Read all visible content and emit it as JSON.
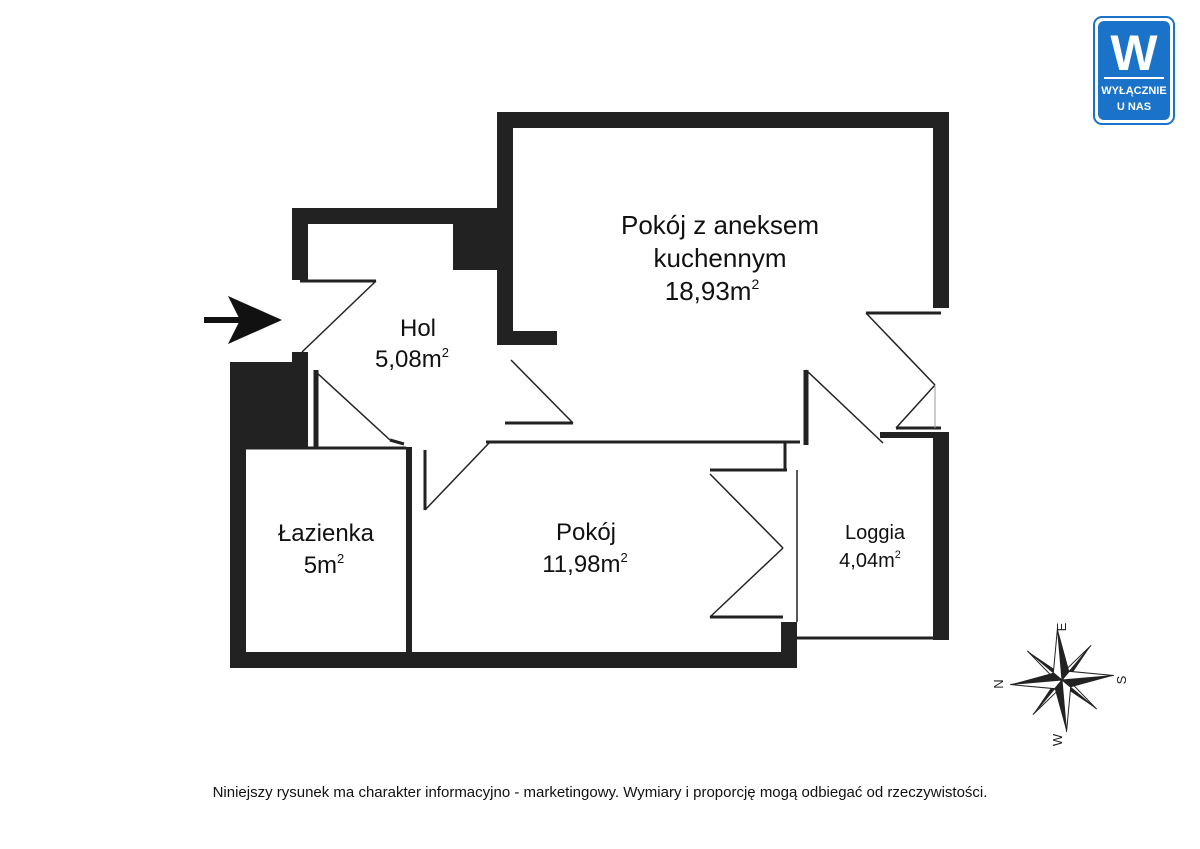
{
  "brand": {
    "logo_letter": "W",
    "logo_line1": "WYŁĄCZNIE",
    "logo_line2": "U NAS",
    "color": "#1a73c8"
  },
  "rooms": {
    "salon": {
      "name_line1": "Pokój z aneksem",
      "name_line2": "kuchennym",
      "area": "18,93m",
      "unit_sup": "2"
    },
    "hol": {
      "name": "Hol",
      "area": "5,08m",
      "unit_sup": "2"
    },
    "lazienka": {
      "name": "Łazienka",
      "area": "5m",
      "unit_sup": "2"
    },
    "pokoj": {
      "name": "Pokój",
      "area": "11,98m",
      "unit_sup": "2"
    },
    "loggia": {
      "name": "Loggia",
      "area": "4,04m",
      "unit_sup": "2"
    }
  },
  "compass": {
    "n": "N",
    "e": "E",
    "s": "S",
    "w": "W"
  },
  "disclaimer": "Niniejszy rysunek ma charakter informacyjno - marketingowy. Wymiary i proporcję mogą odbiegać od rzeczywistości.",
  "colors": {
    "wall": "#222222",
    "line": "#222222"
  }
}
